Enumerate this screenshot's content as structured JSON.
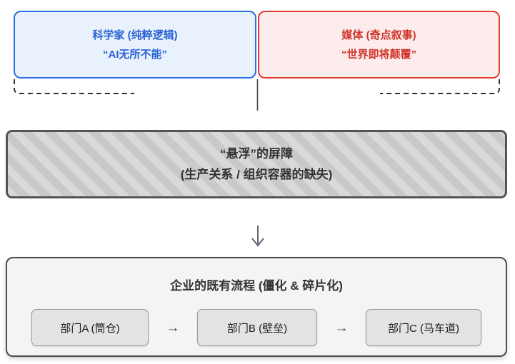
{
  "colors": {
    "scientist_border": "#2970e8",
    "scientist_fill": "#e9f1fd",
    "scientist_text": "#2a63d4",
    "media_border": "#e23c30",
    "media_fill": "#fdecec",
    "media_text": "#cf342a",
    "barrier_border": "#555555",
    "barrier_stripe_light": "#d9d9d9",
    "barrier_stripe_dark": "#c9c9c9",
    "barrier_text": "#333333",
    "process_border": "#4d4d4d",
    "process_fill": "#f4f4f6",
    "dept_fill": "#e3e3e3",
    "dept_border": "#9a9a9a",
    "connector_dashed": "#333333",
    "connector_solid": "#444444"
  },
  "top": {
    "scientist": {
      "line1": "科学家 (纯粹逻辑)",
      "line2": "“AI无所不能”"
    },
    "media": {
      "line1": "媒体 (奇点叙事)",
      "line2": "“世界即将颠覆”"
    }
  },
  "barrier": {
    "line1": "“悬浮”的屏障",
    "line2": "(生产关系 / 组织容器的缺失)"
  },
  "icons": {
    "down_arrow": "↓",
    "flow_arrow": "→"
  },
  "process": {
    "title": "企业的既有流程 (僵化 & 碎片化)",
    "departments": [
      "部门A (筒仓)",
      "部门B (壁垒)",
      "部门C (马车道)"
    ]
  }
}
